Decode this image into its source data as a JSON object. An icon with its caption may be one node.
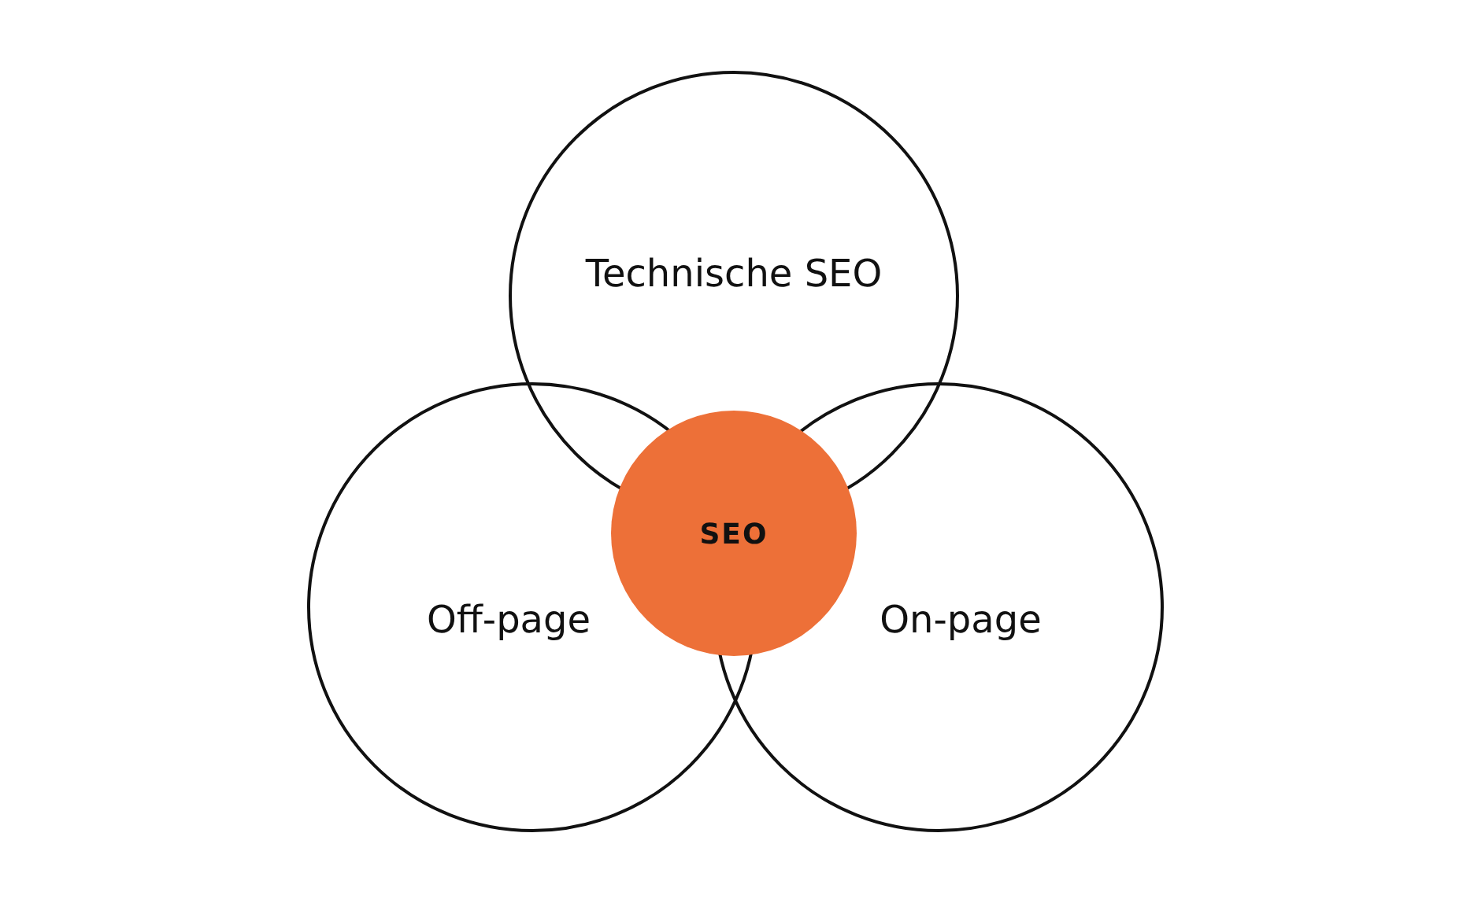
{
  "diagram": {
    "nodes": [
      {
        "text": [
          "Technische SEO"
        ]
      },
      {
        "text": [
          "Off-page"
        ]
      },
      {
        "text": [
          "On-page"
        ]
      },
      {
        "text": [
          "SEO"
        ]
      }
    ]
  }
}
